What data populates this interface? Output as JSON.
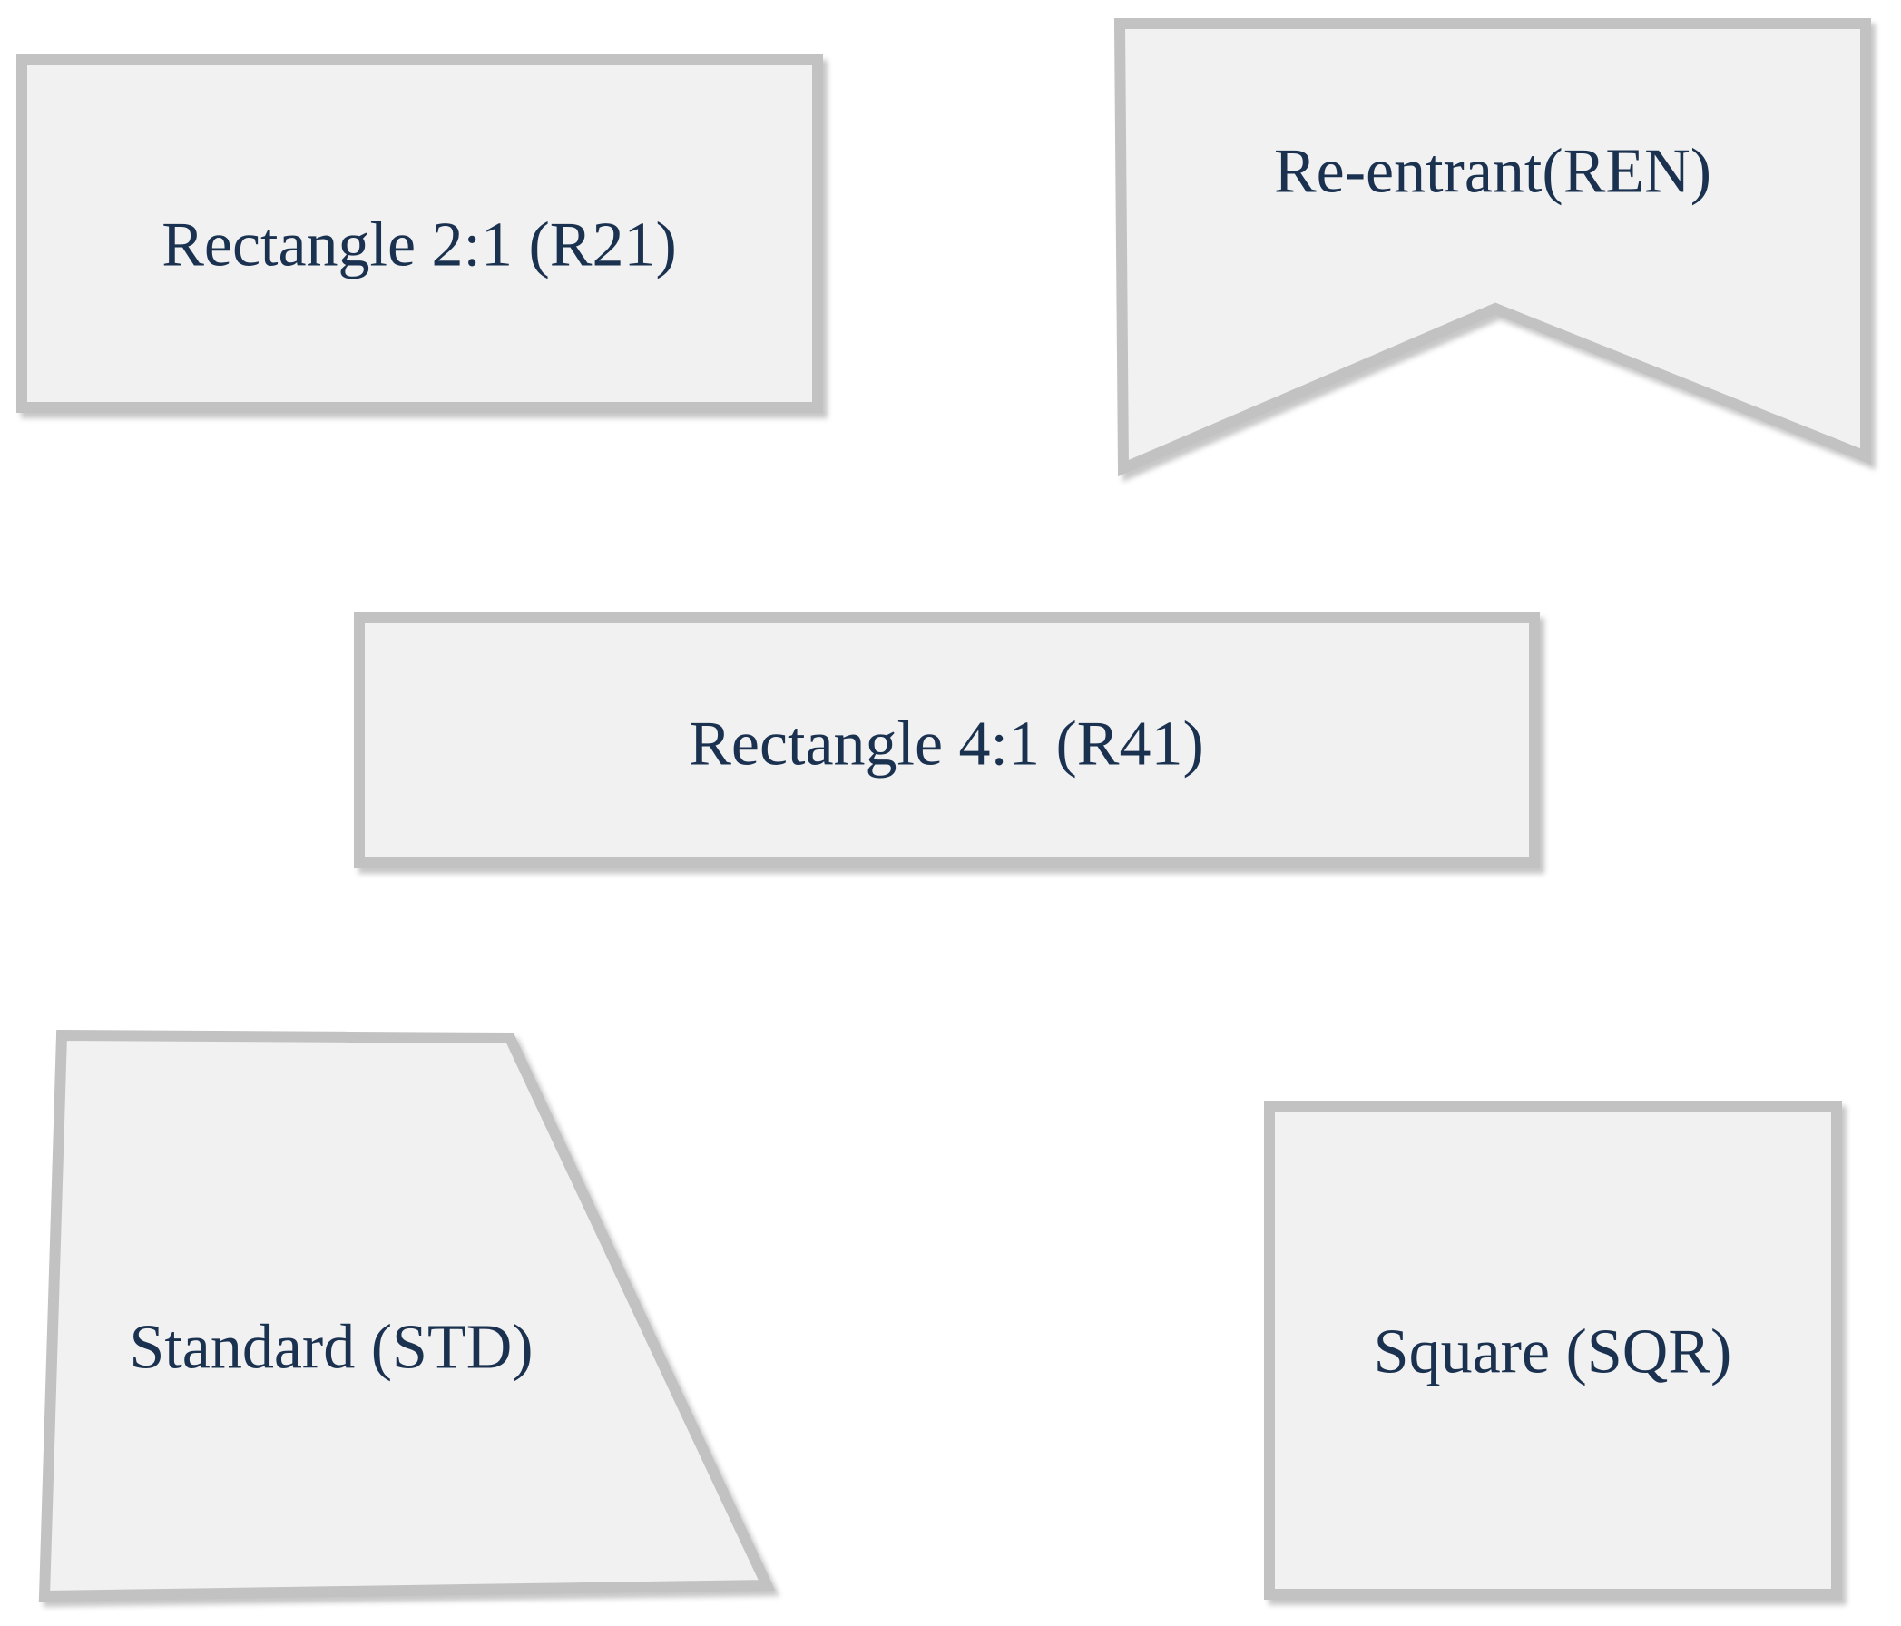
{
  "figure": {
    "description": "Diagram of five plan-shape categories",
    "background_color": "#ffffff"
  },
  "palette": {
    "shape_fill": "#f1f1f1",
    "shape_border": "#c2c2c2",
    "label_color": "#1b3150"
  },
  "shapes": [
    {
      "id": "R21",
      "label": "Rectangle 2:1 (R21)",
      "type": "rectangle-2-1"
    },
    {
      "id": "REN",
      "label": "Re-entrant(REN)",
      "type": "re-entrant-notched-banner"
    },
    {
      "id": "R41",
      "label": "Rectangle 4:1 (R41)",
      "type": "rectangle-4-1"
    },
    {
      "id": "STD",
      "label": "Standard (STD)",
      "type": "trapezoid"
    },
    {
      "id": "SQR",
      "label": "Square (SQR)",
      "type": "square"
    }
  ]
}
